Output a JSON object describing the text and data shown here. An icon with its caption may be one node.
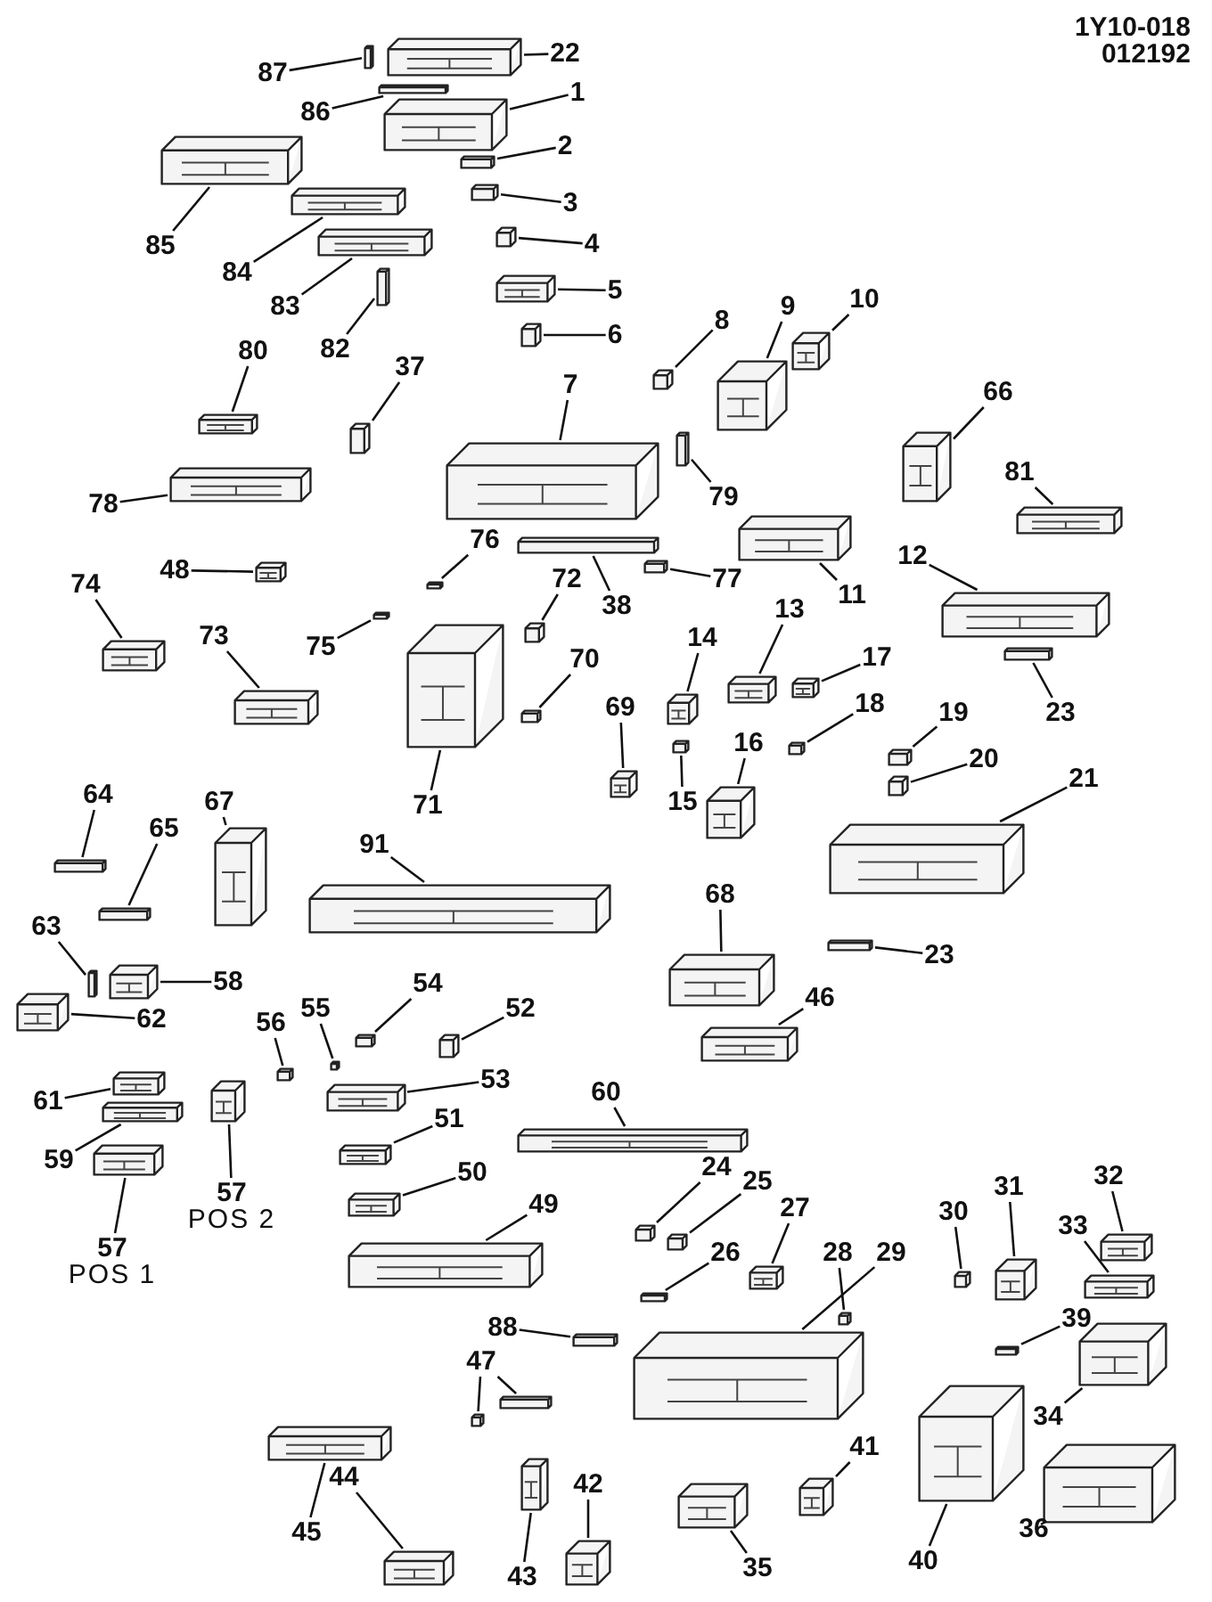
{
  "diagram": {
    "nodes": [
      {
        "text": [
          "87"
        ]
      },
      {
        "text": [],
        "shape": "picture"
      },
      {
        "text": [
          "22"
        ]
      },
      {
        "text": [],
        "shape": "picture"
      },
      {
        "text": [
          "86"
        ]
      },
      {
        "text": [],
        "shape": "picture"
      },
      {
        "text": [
          "1"
        ]
      },
      {
        "text": [],
        "shape": "picture"
      },
      {
        "text": [
          "85"
        ]
      },
      {
        "text": [],
        "shape": "picture"
      },
      {
        "text": [
          "2"
        ]
      },
      {
        "text": [],
        "shape": "picture"
      },
      {
        "text": [
          "84"
        ]
      },
      {
        "text": [],
        "shape": "picture"
      },
      {
        "text": [
          "3"
        ]
      },
      {
        "text": [],
        "shape": "picture"
      },
      {
        "text": [
          "4"
        ]
      },
      {
        "text": [],
        "shape": "picture"
      },
      {
        "text": [
          "83"
        ]
      },
      {
        "text": [],
        "shape": "picture"
      },
      {
        "text": [
          "5"
        ]
      },
      {
        "text": [],
        "shape": "picture"
      },
      {
        "text": [
          "82"
        ]
      },
      {
        "text": [],
        "shape": "picture"
      },
      {
        "text": [
          "6"
        ]
      },
      {
        "text": [],
        "shape": "picture"
      },
      {
        "text": [
          "80"
        ]
      },
      {
        "text": [],
        "shape": "picture"
      },
      {
        "text": [
          "37"
        ]
      },
      {
        "text": [],
        "shape": "picture"
      },
      {
        "text": [
          "7"
        ]
      },
      {
        "text": [],
        "shape": "picture"
      },
      {
        "text": [
          "8"
        ]
      },
      {
        "text": [],
        "shape": "picture"
      },
      {
        "text": [
          "9"
        ]
      },
      {
        "text": [],
        "shape": "picture"
      },
      {
        "text": [
          "10"
        ]
      },
      {
        "text": [],
        "shape": "picture"
      },
      {
        "text": [
          "66"
        ]
      },
      {
        "text": [],
        "shape": "picture"
      },
      {
        "text": [
          "79"
        ]
      },
      {
        "text": [],
        "shape": "picture"
      },
      {
        "text": [
          "78"
        ]
      },
      {
        "text": [],
        "shape": "picture"
      },
      {
        "text": [
          "81"
        ]
      },
      {
        "text": [],
        "shape": "picture"
      },
      {
        "text": [
          "76"
        ]
      },
      {
        "text": [],
        "shape": "picture"
      },
      {
        "text": [
          "11"
        ]
      },
      {
        "text": [],
        "shape": "picture"
      },
      {
        "text": [
          "48"
        ]
      },
      {
        "text": [],
        "shape": "picture"
      },
      {
        "text": [
          "74"
        ]
      },
      {
        "text": [],
        "shape": "picture"
      },
      {
        "text": [
          "38"
        ]
      },
      {
        "text": [],
        "shape": "picture"
      },
      {
        "text": [
          "77"
        ]
      },
      {
        "text": [],
        "shape": "picture"
      },
      {
        "text": [
          "72"
        ]
      },
      {
        "text": [],
        "shape": "picture"
      },
      {
        "text": [
          "75"
        ]
      },
      {
        "text": [],
        "shape": "picture"
      },
      {
        "text": [
          "73"
        ]
      },
      {
        "text": [],
        "shape": "picture"
      },
      {
        "text": [
          "12"
        ]
      },
      {
        "text": [],
        "shape": "picture"
      },
      {
        "text": [
          "70"
        ]
      },
      {
        "text": [],
        "shape": "picture"
      },
      {
        "text": [
          "13"
        ]
      },
      {
        "text": [],
        "shape": "picture"
      },
      {
        "text": [
          "17"
        ]
      },
      {
        "text": [],
        "shape": "picture"
      },
      {
        "text": [
          "14"
        ]
      },
      {
        "text": [],
        "shape": "picture"
      },
      {
        "text": [
          "23"
        ]
      },
      {
        "text": [],
        "shape": "picture"
      },
      {
        "text": [
          "18"
        ]
      },
      {
        "text": [],
        "shape": "picture"
      },
      {
        "text": [
          "69"
        ]
      },
      {
        "text": [],
        "shape": "picture"
      },
      {
        "text": [
          "19"
        ]
      },
      {
        "text": [],
        "shape": "picture"
      },
      {
        "text": [
          "71"
        ]
      },
      {
        "text": [],
        "shape": "picture"
      },
      {
        "text": [
          "16"
        ]
      },
      {
        "text": [],
        "shape": "picture"
      },
      {
        "text": [
          "15"
        ]
      },
      {
        "text": [],
        "shape": "picture"
      },
      {
        "text": [
          "20"
        ]
      },
      {
        "text": [],
        "shape": "picture"
      },
      {
        "text": [
          "21"
        ]
      },
      {
        "text": [],
        "shape": "picture"
      },
      {
        "text": [
          "64"
        ]
      },
      {
        "text": [],
        "shape": "picture"
      },
      {
        "text": [
          "65"
        ]
      },
      {
        "text": [],
        "shape": "picture"
      },
      {
        "text": [
          "67"
        ]
      },
      {
        "text": [],
        "shape": "picture"
      },
      {
        "text": [
          "91"
        ]
      },
      {
        "text": [],
        "shape": "picture"
      },
      {
        "text": [
          "63"
        ]
      },
      {
        "text": [],
        "shape": "picture"
      },
      {
        "text": [
          "58"
        ]
      },
      {
        "text": [],
        "shape": "picture"
      },
      {
        "text": [
          "68"
        ]
      },
      {
        "text": [],
        "shape": "picture"
      },
      {
        "text": [
          "23"
        ]
      },
      {
        "text": [],
        "shape": "picture"
      },
      {
        "text": [
          "62"
        ]
      },
      {
        "text": [],
        "shape": "picture"
      },
      {
        "text": [
          "54"
        ]
      },
      {
        "text": [],
        "shape": "picture"
      },
      {
        "text": [
          "52"
        ]
      },
      {
        "text": [],
        "shape": "picture"
      },
      {
        "text": [
          "55"
        ]
      },
      {
        "text": [],
        "shape": "picture"
      },
      {
        "text": [
          "46"
        ]
      },
      {
        "text": [],
        "shape": "picture"
      },
      {
        "text": [
          "56"
        ]
      },
      {
        "text": [],
        "shape": "picture"
      },
      {
        "text": [
          "53"
        ]
      },
      {
        "text": [],
        "shape": "picture"
      },
      {
        "text": [
          "61"
        ]
      },
      {
        "text": [],
        "shape": "picture"
      },
      {
        "text": [
          "60"
        ]
      },
      {
        "text": [],
        "shape": "picture"
      },
      {
        "text": [
          "51"
        ]
      },
      {
        "text": [],
        "shape": "picture"
      },
      {
        "text": [
          "59"
        ]
      },
      {
        "text": [],
        "shape": "picture"
      },
      {
        "text": [
          "57"
        ],
        "beside": [
          "POS 2"
        ]
      },
      {
        "text": [],
        "shape": "picture"
      },
      {
        "text": [
          "24"
        ]
      },
      {
        "text": [],
        "shape": "picture"
      },
      {
        "text": [
          "25"
        ]
      },
      {
        "text": [],
        "shape": "picture"
      },
      {
        "text": [
          "50"
        ]
      },
      {
        "text": [],
        "shape": "picture"
      },
      {
        "text": [
          "57"
        ],
        "beside": [
          "POS 1"
        ]
      },
      {
        "text": [],
        "shape": "picture"
      },
      {
        "text": [
          "49"
        ]
      },
      {
        "text": [],
        "shape": "picture"
      },
      {
        "text": [
          "27"
        ]
      },
      {
        "text": [],
        "shape": "picture"
      },
      {
        "text": [
          "26"
        ]
      },
      {
        "text": [],
        "shape": "picture"
      },
      {
        "text": [
          "30"
        ]
      },
      {
        "text": [],
        "shape": "picture"
      },
      {
        "text": [
          "31"
        ]
      },
      {
        "text": [],
        "shape": "picture"
      },
      {
        "text": [
          "32"
        ]
      },
      {
        "text": [],
        "shape": "picture"
      },
      {
        "text": [
          "33"
        ]
      },
      {
        "text": [],
        "shape": "picture"
      },
      {
        "text": [
          "28"
        ]
      },
      {
        "text": [],
        "shape": "picture"
      },
      {
        "text": [
          "29"
        ]
      },
      {
        "text": [],
        "shape": "picture"
      },
      {
        "text": [
          "39"
        ]
      },
      {
        "text": [],
        "shape": "picture"
      },
      {
        "text": [
          "88"
        ]
      },
      {
        "text": [],
        "shape": "picture"
      },
      {
        "text": [
          "47"
        ]
      },
      {
        "text": [],
        "shape": "picture"
      },
      {
        "text": [
          "34"
        ]
      },
      {
        "text": [],
        "shape": "picture"
      },
      {
        "text": [
          "45"
        ]
      },
      {
        "text": [],
        "shape": "picture"
      },
      {
        "text": [
          "44"
        ]
      },
      {
        "text": [],
        "shape": "picture"
      },
      {
        "text": [
          "41"
        ]
      },
      {
        "text": [],
        "shape": "picture"
      },
      {
        "text": [
          "42"
        ]
      },
      {
        "text": [],
        "shape": "picture"
      },
      {
        "text": [
          "40"
        ]
      },
      {
        "text": [],
        "shape": "picture"
      },
      {
        "text": [
          "36"
        ]
      },
      {
        "text": [],
        "shape": "picture"
      },
      {
        "text": [
          "43"
        ]
      },
      {
        "text": [],
        "shape": "picture"
      },
      {
        "text": [
          "35"
        ]
      },
      {
        "text": [],
        "shape": "picture"
      },
      {
        "text": [],
        "shape": "picture"
      }
    ],
    "edges": [
      {
        "from": 0,
        "to": 1,
        "arrow": "none"
      },
      {
        "from": 2,
        "to": 3,
        "arrow": "none"
      },
      {
        "from": 4,
        "to": 5,
        "arrow": "none"
      },
      {
        "from": 6,
        "to": 7,
        "arrow": "none"
      },
      {
        "from": 8,
        "to": 9,
        "arrow": "none"
      },
      {
        "from": 10,
        "to": 11,
        "arrow": "none"
      },
      {
        "from": 12,
        "to": 13,
        "arrow": "none"
      },
      {
        "from": 14,
        "to": 15,
        "arrow": "none"
      },
      {
        "from": 16,
        "to": 17,
        "arrow": "none"
      },
      {
        "from": 18,
        "to": 19,
        "arrow": "none"
      },
      {
        "from": 20,
        "to": 21,
        "arrow": "none"
      },
      {
        "from": 22,
        "to": 23,
        "arrow": "none"
      },
      {
        "from": 24,
        "to": 25,
        "arrow": "none"
      },
      {
        "from": 26,
        "to": 27,
        "arrow": "none"
      },
      {
        "from": 28,
        "to": 29,
        "arrow": "none"
      },
      {
        "from": 30,
        "to": 31,
        "arrow": "none"
      },
      {
        "from": 32,
        "to": 33,
        "arrow": "none"
      },
      {
        "from": 34,
        "to": 35,
        "arrow": "none"
      },
      {
        "from": 36,
        "to": 37,
        "arrow": "none"
      },
      {
        "from": 38,
        "to": 39,
        "arrow": "none"
      },
      {
        "from": 40,
        "to": 41,
        "arrow": "none"
      },
      {
        "from": 42,
        "to": 43,
        "arrow": "none"
      },
      {
        "from": 44,
        "to": 45,
        "arrow": "none"
      },
      {
        "from": 46,
        "to": 47,
        "arrow": "none"
      },
      {
        "from": 48,
        "to": 49,
        "arrow": "none"
      },
      {
        "from": 50,
        "to": 51,
        "arrow": "none"
      },
      {
        "from": 52,
        "to": 53,
        "arrow": "none"
      },
      {
        "from": 54,
        "to": 55,
        "arrow": "none"
      },
      {
        "from": 56,
        "to": 57,
        "arrow": "none"
      },
      {
        "from": 58,
        "to": 59,
        "arrow": "none"
      },
      {
        "from": 60,
        "to": 61,
        "arrow": "none"
      },
      {
        "from": 62,
        "to": 63,
        "arrow": "none"
      },
      {
        "from": 64,
        "to": 65,
        "arrow": "none"
      },
      {
        "from": 66,
        "to": 67,
        "arrow": "none"
      },
      {
        "from": 68,
        "to": 69,
        "arrow": "none"
      },
      {
        "from": 70,
        "to": 71,
        "arrow": "none"
      },
      {
        "from": 72,
        "to": 73,
        "arrow": "none"
      },
      {
        "from": 74,
        "to": 75,
        "arrow": "none"
      },
      {
        "from": 76,
        "to": 77,
        "arrow": "none"
      },
      {
        "from": 78,
        "to": 79,
        "arrow": "none"
      },
      {
        "from": 80,
        "to": 81,
        "arrow": "none"
      },
      {
        "from": 82,
        "to": 83,
        "arrow": "none"
      },
      {
        "from": 84,
        "to": 85,
        "arrow": "none"
      },
      {
        "from": 86,
        "to": 87,
        "arrow": "none"
      },
      {
        "from": 88,
        "to": 89,
        "arrow": "none"
      },
      {
        "from": 90,
        "to": 91,
        "arrow": "none"
      },
      {
        "from": 92,
        "to": 93,
        "arrow": "none"
      },
      {
        "from": 94,
        "to": 95,
        "arrow": "none"
      },
      {
        "from": 96,
        "to": 97,
        "arrow": "none"
      },
      {
        "from": 98,
        "to": 99,
        "arrow": "none"
      },
      {
        "from": 100,
        "to": 101,
        "arrow": "none"
      },
      {
        "from": 102,
        "to": 103,
        "arrow": "none"
      },
      {
        "from": 104,
        "to": 105,
        "arrow": "none"
      },
      {
        "from": 106,
        "to": 107,
        "arrow": "none"
      },
      {
        "from": 108,
        "to": 109,
        "arrow": "none"
      },
      {
        "from": 110,
        "to": 111,
        "arrow": "none"
      },
      {
        "from": 112,
        "to": 113,
        "arrow": "none"
      },
      {
        "from": 114,
        "to": 115,
        "arrow": "none"
      },
      {
        "from": 116,
        "to": 117,
        "arrow": "none"
      },
      {
        "from": 118,
        "to": 119,
        "arrow": "none"
      },
      {
        "from": 120,
        "to": 121,
        "arrow": "none"
      },
      {
        "from": 122,
        "to": 123,
        "arrow": "none"
      },
      {
        "from": 124,
        "to": 125,
        "arrow": "none"
      },
      {
        "from": 126,
        "to": 127,
        "arrow": "none"
      },
      {
        "from": 128,
        "to": 129,
        "arrow": "none"
      },
      {
        "from": 130,
        "to": 131,
        "arrow": "none"
      },
      {
        "from": 132,
        "to": 133,
        "arrow": "none"
      },
      {
        "from": 134,
        "to": 135,
        "arrow": "none"
      },
      {
        "from": 136,
        "to": 137,
        "arrow": "none"
      },
      {
        "from": 138,
        "to": 139,
        "arrow": "none"
      },
      {
        "from": 140,
        "to": 141,
        "arrow": "none"
      },
      {
        "from": 142,
        "to": 143,
        "arrow": "none"
      },
      {
        "from": 144,
        "to": 145,
        "arrow": "none"
      },
      {
        "from": 146,
        "to": 147,
        "arrow": "none"
      },
      {
        "from": 148,
        "to": 149,
        "arrow": "none"
      },
      {
        "from": 150,
        "to": 151,
        "arrow": "none"
      },
      {
        "from": 152,
        "to": 153,
        "arrow": "none"
      },
      {
        "from": 154,
        "to": 155,
        "arrow": "none"
      },
      {
        "from": 156,
        "to": 157,
        "arrow": "none"
      },
      {
        "from": 158,
        "to": 159,
        "arrow": "none"
      },
      {
        "from": 160,
        "to": 161,
        "arrow": "none"
      },
      {
        "from": 162,
        "to": 163,
        "arrow": "none"
      },
      {
        "from": 164,
        "to": 165,
        "arrow": "none"
      },
      {
        "from": 166,
        "to": 167,
        "arrow": "none"
      },
      {
        "from": 168,
        "to": 169,
        "arrow": "none"
      },
      {
        "from": 170,
        "to": 171,
        "arrow": "none"
      },
      {
        "from": 172,
        "to": 173,
        "arrow": "none"
      },
      {
        "from": 174,
        "to": 175,
        "arrow": "none"
      },
      {
        "from": 176,
        "to": 177,
        "arrow": "none"
      },
      {
        "from": 178,
        "to": 179,
        "arrow": "none"
      },
      {
        "from": 180,
        "to": 181,
        "arrow": "none"
      },
      {
        "from": 162,
        "to": 182,
        "arrow": "none"
      }
    ],
    "labels": [
      "1Y10-018",
      "012192"
    ]
  }
}
